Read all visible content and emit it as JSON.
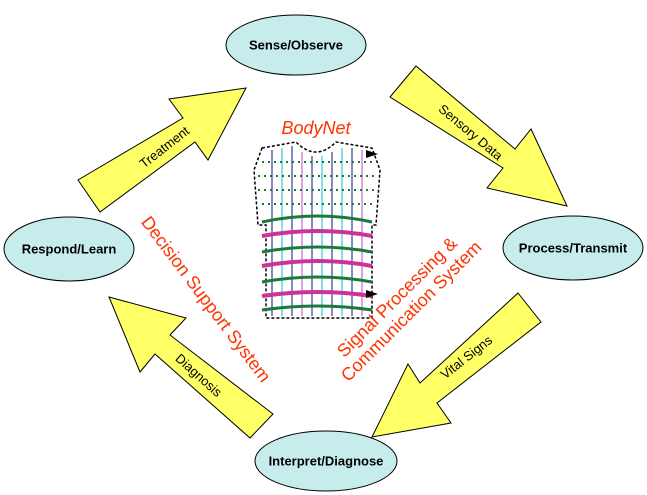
{
  "colors": {
    "node_fill": "#c6ecec",
    "node_stroke": "#000000",
    "arrow_fill": "#ffff66",
    "arrow_stroke": "#000000",
    "accent_red": "#ff3300"
  },
  "nodes": {
    "sense": "Sense/Observe",
    "process": "Process/Transmit",
    "interpret": "Interpret/Diagnose",
    "respond": "Respond/Learn"
  },
  "arrows": {
    "sensory_data": "Sensory Data",
    "vital_signs": "Vital Signs",
    "diagnosis": "Diagnosis",
    "treatment": "Treatment"
  },
  "center": {
    "title": "BodyNet",
    "decision_support": "Decision Support System",
    "signal_processing_line1": "Signal Processing &",
    "signal_processing_line2": "Communication System"
  }
}
